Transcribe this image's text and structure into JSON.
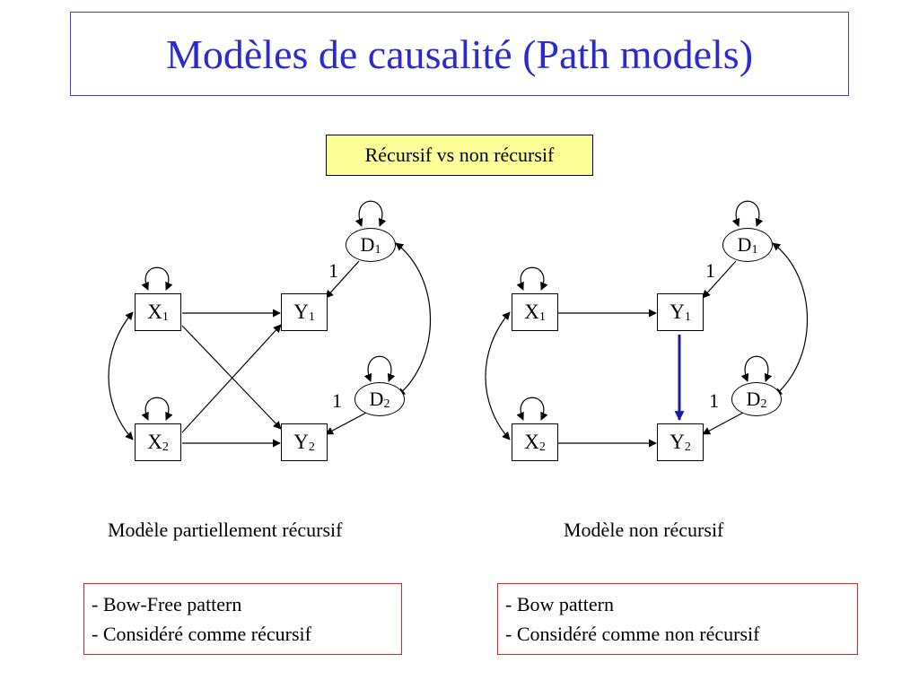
{
  "title": "Modèles de causalité (Path models)",
  "subtitle": "Récursif  vs non récursif",
  "left_model": {
    "caption": "Modèle partiellement récursif",
    "nodes": {
      "x1": {
        "base": "X",
        "sub": "1"
      },
      "x2": {
        "base": "X",
        "sub": "2"
      },
      "y1": {
        "base": "Y",
        "sub": "1"
      },
      "y2": {
        "base": "Y",
        "sub": "2"
      },
      "d1": {
        "base": "D",
        "sub": "1"
      },
      "d2": {
        "base": "D",
        "sub": "2"
      }
    },
    "path_labels": {
      "d1": "1",
      "d2": "1"
    },
    "notes": [
      "- Bow-Free pattern",
      "- Considéré comme récursif"
    ]
  },
  "right_model": {
    "caption": "Modèle non récursif",
    "nodes": {
      "x1": {
        "base": "X",
        "sub": "1"
      },
      "x2": {
        "base": "X",
        "sub": "2"
      },
      "y1": {
        "base": "Y",
        "sub": "1"
      },
      "y2": {
        "base": "Y",
        "sub": "2"
      },
      "d1": {
        "base": "D",
        "sub": "1"
      },
      "d2": {
        "base": "D",
        "sub": "2"
      }
    },
    "path_labels": {
      "d1": "1",
      "d2": "1"
    },
    "notes": [
      "- Bow pattern",
      "- Considéré comme non récursif"
    ]
  },
  "colors": {
    "title": "#2b2bcc",
    "title_border": "#3b3bd0",
    "subtitle_bg": "#ffff99",
    "note_border": "#e02020",
    "highlight_path": "#1a1aa0"
  }
}
